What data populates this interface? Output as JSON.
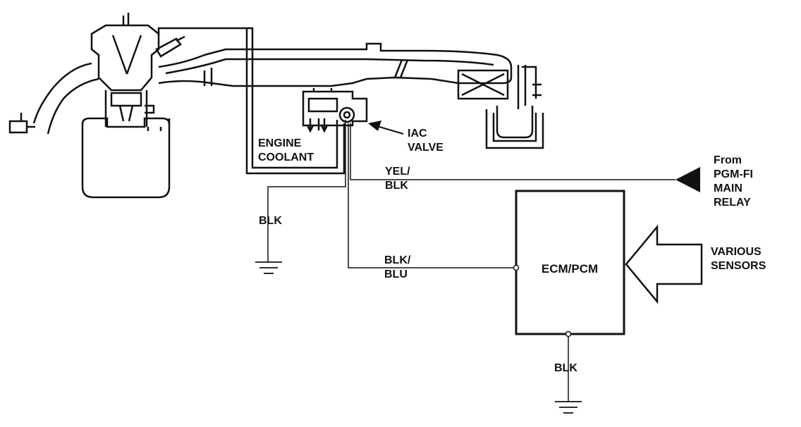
{
  "labels": {
    "engine_coolant": [
      "ENGINE",
      "COOLANT"
    ],
    "iac_valve": [
      "IAC",
      "VALVE"
    ],
    "yel_blk": [
      "YEL/",
      "BLK"
    ],
    "blk_blu": [
      "BLK/",
      "BLU"
    ],
    "blk_ground_iac": "BLK",
    "blk_ground_ecm": "BLK",
    "from_relay": [
      "From",
      "PGM-FI",
      "MAIN",
      "RELAY"
    ],
    "ecm_pcm": "ECM/PCM",
    "various_sensors": [
      "VARIOUS",
      "SENSORS"
    ]
  },
  "colors": {
    "ink": "#111111",
    "paper": "#ffffff"
  }
}
